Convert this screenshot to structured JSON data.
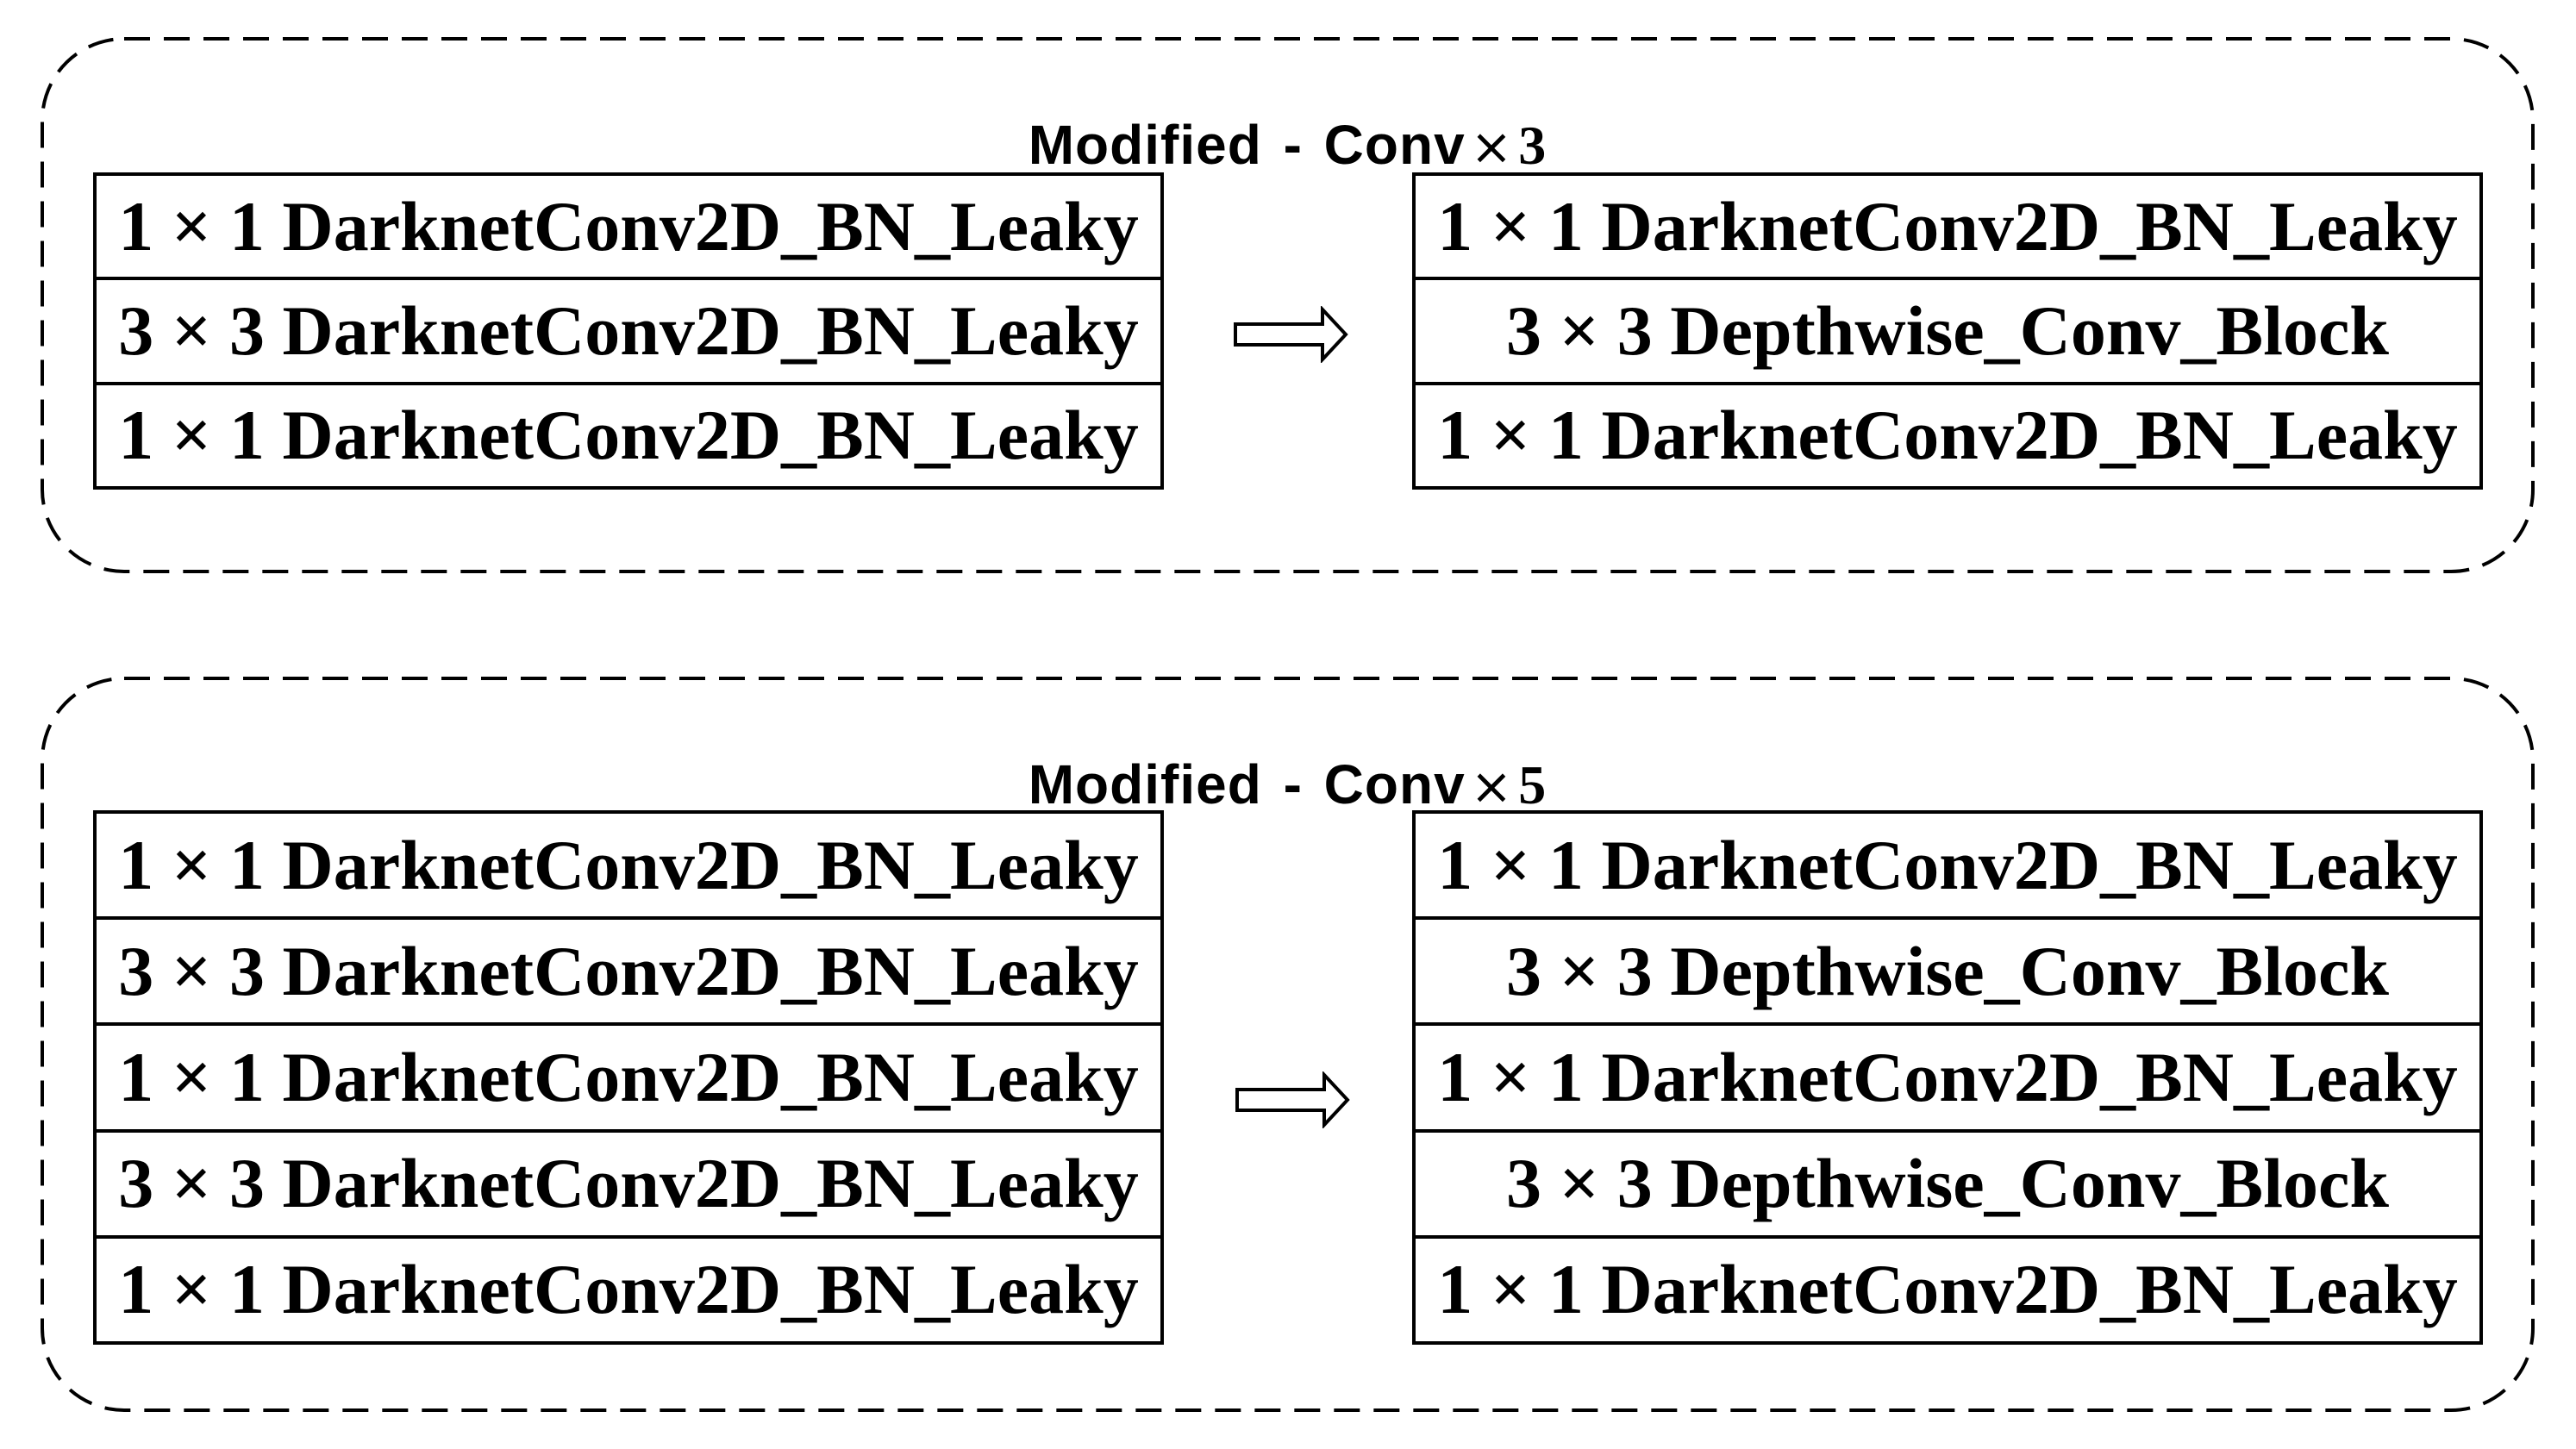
{
  "figure": {
    "background": "#ffffff",
    "line_color": "#000000",
    "text_color": "#000000"
  },
  "panels": [
    {
      "title": {
        "prefix": "Modified - Conv",
        "times": "×",
        "count": "3"
      },
      "left_table": {
        "rows": [
          "1 × 1 DarknetConv2D_BN_Leaky",
          "3 × 3 DarknetConv2D_BN_Leaky",
          "1 × 1 DarknetConv2D_BN_Leaky"
        ]
      },
      "arrow_icon": "right-block-arrow",
      "right_table": {
        "rows": [
          "1 × 1 DarknetConv2D_BN_Leaky",
          "3 × 3 Depthwise_Conv_Block",
          "1 × 1 DarknetConv2D_BN_Leaky"
        ]
      }
    },
    {
      "title": {
        "prefix": "Modified - Conv",
        "times": "×",
        "count": "5"
      },
      "left_table": {
        "rows": [
          "1 × 1 DarknetConv2D_BN_Leaky",
          "3 × 3 DarknetConv2D_BN_Leaky",
          "1 × 1 DarknetConv2D_BN_Leaky",
          "3 × 3 DarknetConv2D_BN_Leaky",
          "1 × 1 DarknetConv2D_BN_Leaky"
        ]
      },
      "arrow_icon": "right-block-arrow",
      "right_table": {
        "rows": [
          "1 × 1 DarknetConv2D_BN_Leaky",
          "3 × 3 Depthwise_Conv_Block",
          "1 × 1 DarknetConv2D_BN_Leaky",
          "3 × 3 Depthwise_Conv_Block",
          "1 × 1 DarknetConv2D_BN_Leaky"
        ]
      }
    }
  ]
}
